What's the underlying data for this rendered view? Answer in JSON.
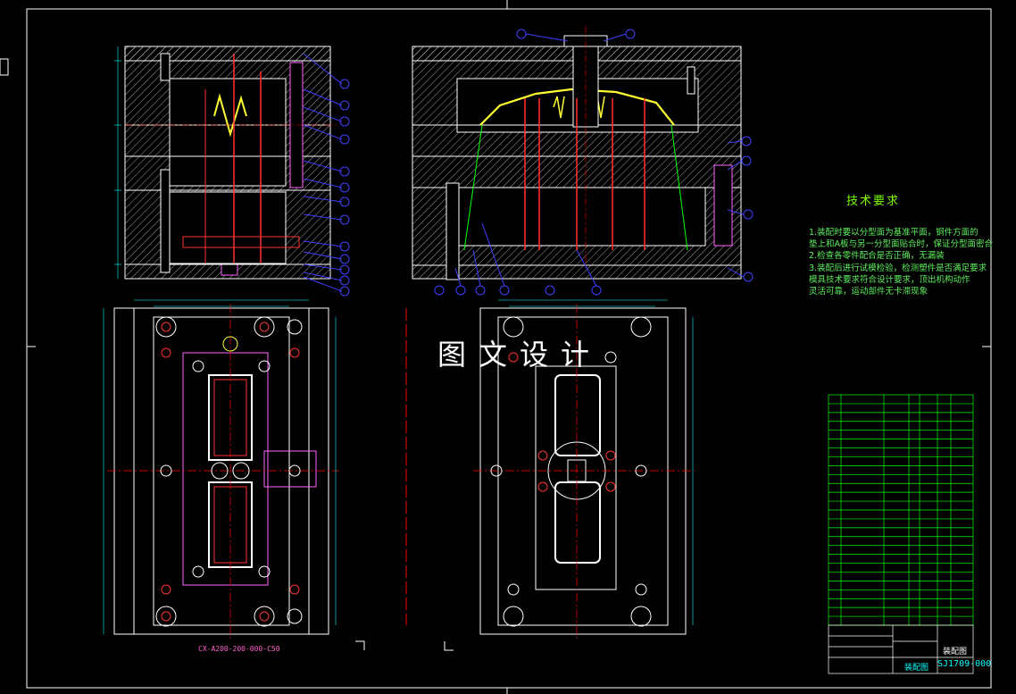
{
  "drawing": {
    "tech_title": "技术要求",
    "tech_requirements": [
      "1.装配时要以分型面为基准平面，铜件方面的",
      "垫上和A板与另一分型面贴合时，保证分型面密合",
      "2.检查各零件配合是否正确，无漏装",
      "3.装配后进行试模检验，检测塑件是否满足要求",
      "模具技术要求符合设计要求，顶出机构动作",
      "灵活可靠，运动部件无卡滞现象"
    ],
    "watermark": "图文设计",
    "title_block": {
      "name": "装配图",
      "right_label": "装配图",
      "code": "SJ1709-000"
    },
    "part_code": "CX-A200-200-000-C50",
    "colors": {
      "background": "#000000",
      "frame": "#ffffff",
      "outline": "#ffffff",
      "hatch": "#ffffff",
      "ejector": "#ff3333",
      "cavity": "#ffff33",
      "text": "#00ff00",
      "dimension": "#00ffff",
      "balloon": "#4040ff",
      "center": "#ff0000",
      "magenta": "#ff66ff"
    },
    "bom_rows": 26
  }
}
